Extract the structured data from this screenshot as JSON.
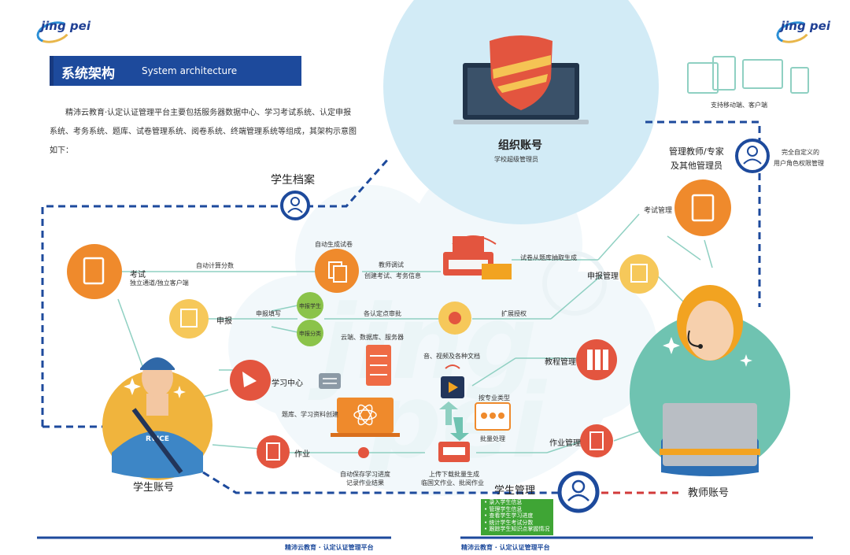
{
  "header": {
    "logo_left_text": "jing pei",
    "logo_right_text": "jing pei",
    "title_cn": "系统架构",
    "title_en": "System architecture"
  },
  "intro": {
    "line1": "精沛云教育·认定认证管理平台主要包括服务器数据中心、学习考试系统、认定申报",
    "line2": "系统、考务系统、题库、试卷管理系统、阅卷系统、终端管理系统等组成，其架构示意图",
    "line3": "如下："
  },
  "top": {
    "org_title": "组织账号",
    "org_sub": "学校超级管理员",
    "devices_label": "支持移动端、客户端",
    "mgr_title_1": "管理教师/专家",
    "mgr_title_2": "及其他管理员",
    "custom_role_1": "完全自定义的",
    "custom_role_2": "用户角色权限管理",
    "student_file": "学生档案"
  },
  "left": {
    "exam_title": "考试",
    "exam_sub": "独立通道/独立客户端",
    "auto_score": "自动计算分数",
    "declare": "申报",
    "declare_fill": "申报填写",
    "study_center": "学习中心",
    "homework": "作业",
    "student_account": "学生账号"
  },
  "center": {
    "auto_paper": "自动生成试卷",
    "teacher_call": "教师调试",
    "create_exam": "创建考试、考务信息",
    "paper_from_bank": "试卷从题库抽取生成",
    "declare_student": "申报学生",
    "declare_type": "申报分类",
    "cert_review": "各认定点审批",
    "expand_auth": "扩展授权",
    "cloud_db": "云端、数据库、服务器",
    "media_docs": "音、视频及各种文档",
    "by_major": "按专业类型",
    "batch": "批量处理",
    "question_bank": "题库、学习资料创建",
    "auto_save_1": "自动保存学习进度",
    "auto_save_2": "记录作业结果",
    "upload_1": "上传下载批量生成",
    "upload_2": "临国文作业、批阅作业"
  },
  "right": {
    "exam_mgmt": "考试管理",
    "declare_mgmt": "申报管理",
    "course_mgmt": "教程管理",
    "homework_mgmt": "作业管理",
    "teacher_account": "教师账号",
    "student_mgmt": "学生管理"
  },
  "student_mgmt_list": [
    "• 录入学生信息",
    "• 管理学生信息",
    "• 查看学生学习进度",
    "• 统计学生考试分数",
    "• 跟踪学生知识点掌握情况"
  ],
  "footer": {
    "left": "精沛云教育 · 认定认证管理平台",
    "right": "精沛云教育 · 认定认证管理平台"
  },
  "colors": {
    "navy": "#1d4a9c",
    "orange": "#ef8a2c",
    "red_orange": "#e3552f",
    "yellow": "#f6c85a",
    "teal": "#6fc3b1",
    "light_blue": "#d2ebf6",
    "green": "#3fa535",
    "red_dash": "#d23a3a"
  }
}
